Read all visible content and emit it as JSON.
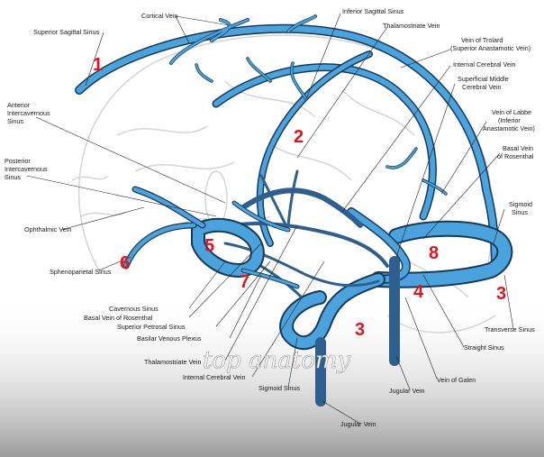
{
  "labels": {
    "cortical_vein": "Cortical Vein",
    "inferior_sagittal_sinus": "Inferior Sagittal Sinus",
    "superior_sagittal_sinus": "Superior Sagittal Sinus",
    "thalamostriate_vein_top": "Thalamostriate Vein",
    "vein_of_trolard_1": "Vein of Trolard",
    "vein_of_trolard_2": "(Superior Anastamotic Vein)",
    "internal_cerebral_vein_top": "Internal Cerebral Vein",
    "superficial_middle_1": "Superficial Middle",
    "superficial_middle_2": "Cerebral Vein",
    "anterior_intercav_1": "Anterior",
    "anterior_intercav_2": "Intercavernous",
    "anterior_intercav_3": "Sinus",
    "vein_of_labbe_1": "Vein of Labbe",
    "vein_of_labbe_2": "(Inferior",
    "vein_of_labbe_3": "Anastamotic Vein)",
    "posterior_intercav_1": "Posterior",
    "posterior_intercav_2": "Intercavernous",
    "posterior_intercav_3": "Sinus",
    "basal_vein_right_1": "Basal Vein",
    "basal_vein_right_2": "of Rosenthal",
    "sigmoid_sinus_right_1": "Sigmoid",
    "sigmoid_sinus_right_2": "Sinus",
    "ophthalmic_vein": "Ophthalmic Vein",
    "sphenoparietal_sinus": "Sphenoparietal Sinus",
    "cavernous_sinus": "Cavernous Sinus",
    "basal_vein_left": "Basal Vein of Rosenthal",
    "superior_petrosal_sinus": "Superior Petrosal Sinus",
    "basilar_venous_plexus": "Basilar Venous Plexus",
    "transverse_sinus": "Transverse Sinus",
    "straight_sinus": "Straight Sinus",
    "thalamostriate_vein_bottom": "Thalamostriate Vein",
    "vein_of_galen": "Vein of Galen",
    "internal_cerebral_vein_bottom": "Internal Cerebral Vein",
    "jugular_vein_right": "Jugular Vein",
    "sigmoid_sinus_bottom": "Sigmoid Sinus",
    "jugular_vein_bottom": "Jugular Vein"
  },
  "numbers": {
    "n1": "1",
    "n2": "2",
    "n3a": "3",
    "n3b": "3",
    "n4": "4",
    "n5": "5",
    "n6": "6",
    "n7": "7",
    "n8": "8"
  },
  "watermark": "top anatomy",
  "colors": {
    "vein": "#4aa3dc",
    "deep_vein": "#2f5f8e",
    "number": "#e0141a"
  }
}
